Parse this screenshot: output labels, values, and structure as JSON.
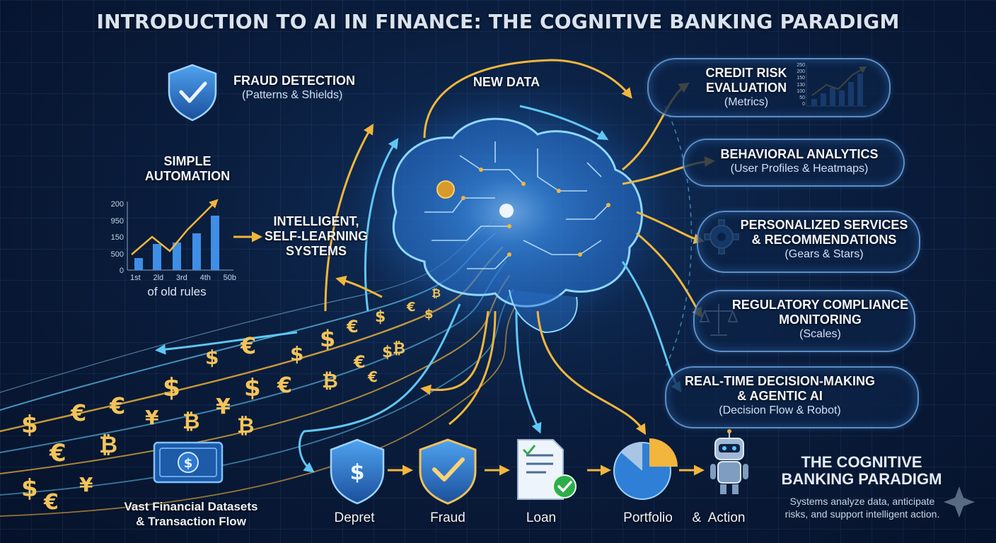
{
  "title": "INTRODUCTION TO AI IN FINANCE: THE COGNITIVE BANKING PARADIGM",
  "top_nodes": {
    "fraud": {
      "title": "FRAUD DETECTION",
      "subtitle": "(Patterns & Shields)"
    },
    "new_data": "NEW DATA"
  },
  "left_nodes": {
    "simple": [
      "SIMPLE",
      "AUTOMATION"
    ],
    "old_rules": "of old rules",
    "intelligent": [
      "INTELLIGENT,",
      "SELF-LEARNING",
      "SYSTEMS"
    ],
    "mini_chart": {
      "y_ticks": [
        "200",
        "950",
        "150",
        "500",
        "0"
      ],
      "x_ticks": [
        "1st",
        "2ld",
        "3rd",
        "4th",
        "50b"
      ]
    }
  },
  "right_nodes": [
    {
      "lines": [
        "CREDIT RISK",
        "EVALUATION"
      ],
      "subtitle": "(Metrics)",
      "icon": "bar-chart-icon",
      "mini_y_ticks": [
        "250",
        "200",
        "150",
        "130",
        "100",
        "50",
        "0"
      ]
    },
    {
      "lines": [
        "BEHAVIORAL ANALYTICS"
      ],
      "subtitle": "(User Profiles & Heatmaps)",
      "icon": ""
    },
    {
      "lines": [
        "PERSONALIZED SERVICES",
        "& RECOMMENDATIONS"
      ],
      "subtitle": "(Gears & Stars)",
      "icon": "gear-icon"
    },
    {
      "lines": [
        "REGULATORY COMPLIANCE",
        "MONITORING"
      ],
      "subtitle": "(Scales)",
      "icon": "scales-icon"
    },
    {
      "lines": [
        "REAL-TIME DECISION-MAKING",
        "& AGENTIC AI"
      ],
      "subtitle": "(Decision Flow & Robot)",
      "icon": ""
    }
  ],
  "bottom": {
    "dataset": [
      "Vast Financial Datasets",
      "& Transaction Flow"
    ],
    "steps": [
      "Depret",
      "Fraud",
      "Loan",
      "Portfolio",
      "&  Action"
    ],
    "paradigm_title": [
      "THE COGNITIVE",
      "BANKING PARADIGM"
    ],
    "paradigm_desc": [
      "Systems analyze data, anticipate",
      "risks, and support intelligent action."
    ]
  },
  "currency_symbols": [
    "$",
    "€",
    "¥",
    "₿"
  ],
  "colors": {
    "gold": "#f2b63d",
    "cyan": "#5fc7f5",
    "panel": "#0c2246"
  }
}
